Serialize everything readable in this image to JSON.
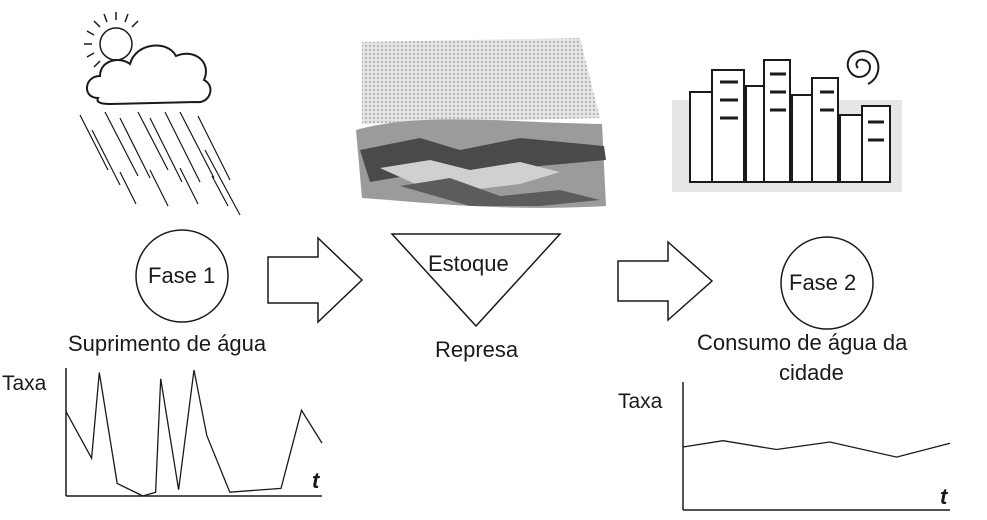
{
  "supply": {
    "phase_label": "Fase 1",
    "caption": "Suprimento de água"
  },
  "storage": {
    "triangle_label": "Estoque",
    "caption": "Represa"
  },
  "demand": {
    "phase_label": "Fase 2",
    "caption_line1": "Consumo de água da",
    "caption_line2": "cidade"
  },
  "colors": {
    "ink": "#1a1a1a",
    "cloud_fill": "#ffffff",
    "water_dark": "#555555",
    "water_light": "#bdbdbd",
    "sky_grey": "#d9d9d9",
    "building_grey": "#8a8a8a"
  },
  "chart_data": [
    {
      "type": "line",
      "ylabel": "Taxa",
      "xlabel": "t",
      "x": [
        0,
        0.1,
        0.13,
        0.2,
        0.3,
        0.35,
        0.37,
        0.44,
        0.5,
        0.55,
        0.64,
        0.84,
        0.92,
        1.0
      ],
      "values": [
        0.67,
        0.3,
        0.98,
        0.1,
        0.0,
        0.03,
        0.93,
        0.05,
        1.0,
        0.48,
        0.03,
        0.06,
        0.68,
        0.42
      ],
      "grid": false
    },
    {
      "type": "line",
      "ylabel": "Taxa",
      "xlabel": "t",
      "x": [
        0,
        0.15,
        0.35,
        0.55,
        0.8,
        1.0
      ],
      "values": [
        0.5,
        0.55,
        0.48,
        0.54,
        0.42,
        0.53
      ],
      "grid": false
    }
  ]
}
